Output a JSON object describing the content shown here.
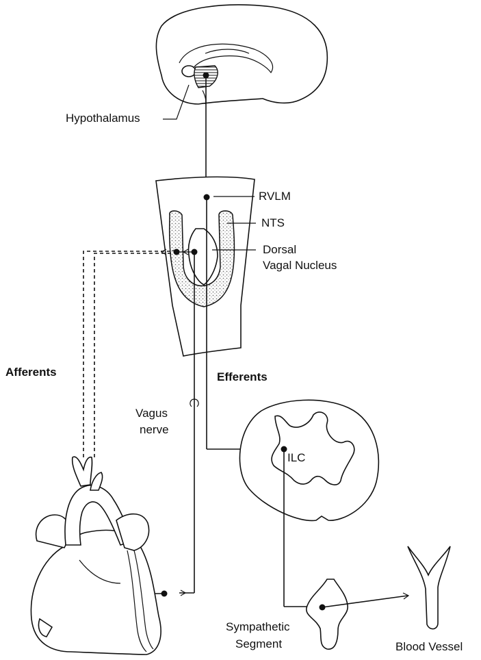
{
  "labels": {
    "hypothalamus": "Hypothalamus",
    "rvlm": "RVLM",
    "nts": "NTS",
    "dorsal_vagal_1": "Dorsal",
    "dorsal_vagal_2": "Vagal Nucleus",
    "afferents": "Afferents",
    "efferents": "Efferents",
    "vagus_1": "Vagus",
    "vagus_2": "nerve",
    "ilc": "ILC",
    "sympathetic_1": "Sympathetic",
    "sympathetic_2": "Segment",
    "blood_vessel": "Blood Vessel"
  }
}
